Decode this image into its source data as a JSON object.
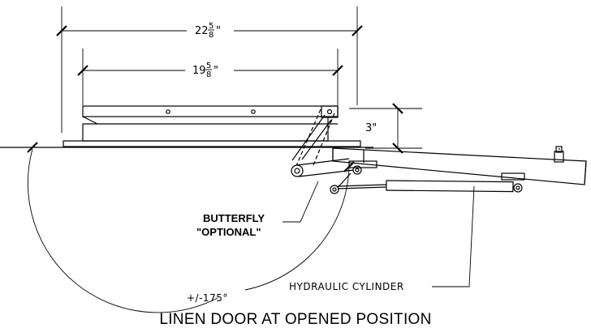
{
  "dimensions": {
    "outer": {
      "whole": "22",
      "num": "5",
      "den": "8",
      "inch": "\""
    },
    "inner": {
      "whole": "19",
      "num": "5",
      "den": "8",
      "inch": "\""
    },
    "offset": "3\"",
    "angle": "+/-175°"
  },
  "labels": {
    "butterfly_line1": "BUTTERFLY",
    "butterfly_line2": "\"OPTIONAL\"",
    "hydraulic": "HYDRAULIC CYLINDER"
  },
  "title": "LINEN DOOR AT OPENED POSITION"
}
